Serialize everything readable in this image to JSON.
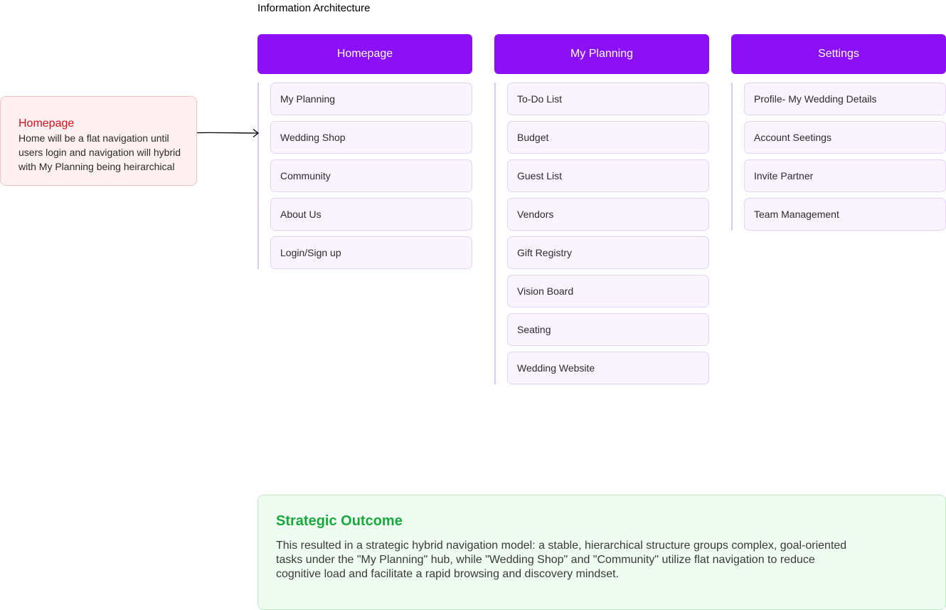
{
  "title": "Information Architecture",
  "columns": [
    {
      "header": "Homepage",
      "items": [
        "My Planning",
        "Wedding Shop",
        "Community",
        "About Us",
        "Login/Sign up"
      ]
    },
    {
      "header": "My Planning",
      "items": [
        "To-Do List",
        "Budget",
        "Guest List",
        "Vendors",
        "Gift Registry",
        "Vision Board",
        "Seating",
        "Wedding Website"
      ]
    },
    {
      "header": "Settings",
      "items": [
        "Profile- My Wedding Details",
        "Account Seetings",
        "Invite Partner",
        "Team Management"
      ]
    }
  ],
  "note": {
    "title": "Homepage",
    "text": "Home will be a flat navigation until users login and navigation will hybrid with My Planning being heirarchical"
  },
  "outcome": {
    "title": "Strategic Outcome",
    "text": "This resulted in a strategic hybrid navigation model: a stable, hierarchical structure groups complex, goal-oriented tasks under the \"My Planning\" hub, while \"Wedding Shop\" and \"Community\" utilize flat navigation to reduce cognitive load and facilitate a rapid browsing and discovery mindset."
  },
  "colors": {
    "header": "#8b10f5",
    "item_bg": "#faf4fe",
    "note_title": "#d80d1a",
    "outcome_title": "#18a93b"
  }
}
